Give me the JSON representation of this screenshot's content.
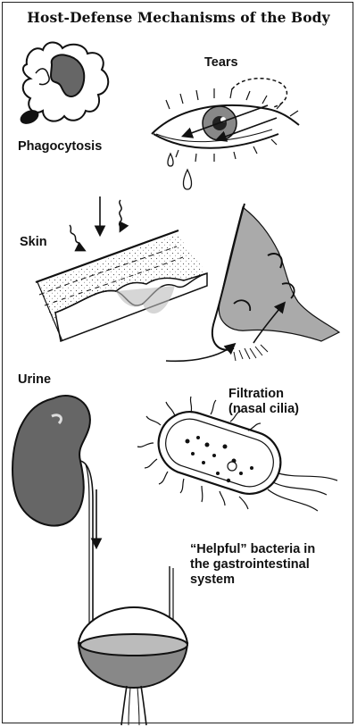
{
  "title": "Host-Defense Mechanisms of the Body",
  "labels": {
    "phagocytosis": "Phagocytosis",
    "tears": "Tears",
    "skin": "Skin",
    "urine": "Urine",
    "filtration": [
      "Filtration",
      "(nasal cilia)"
    ],
    "bacteria": [
      "“Helpful” bacteria in",
      "the gastrointestinal",
      "system"
    ]
  },
  "icons": [
    "phagocyte-icon",
    "eye-icon",
    "skin-section-icon",
    "nose-icon",
    "kidney-bladder-icon",
    "bacterium-icon"
  ]
}
